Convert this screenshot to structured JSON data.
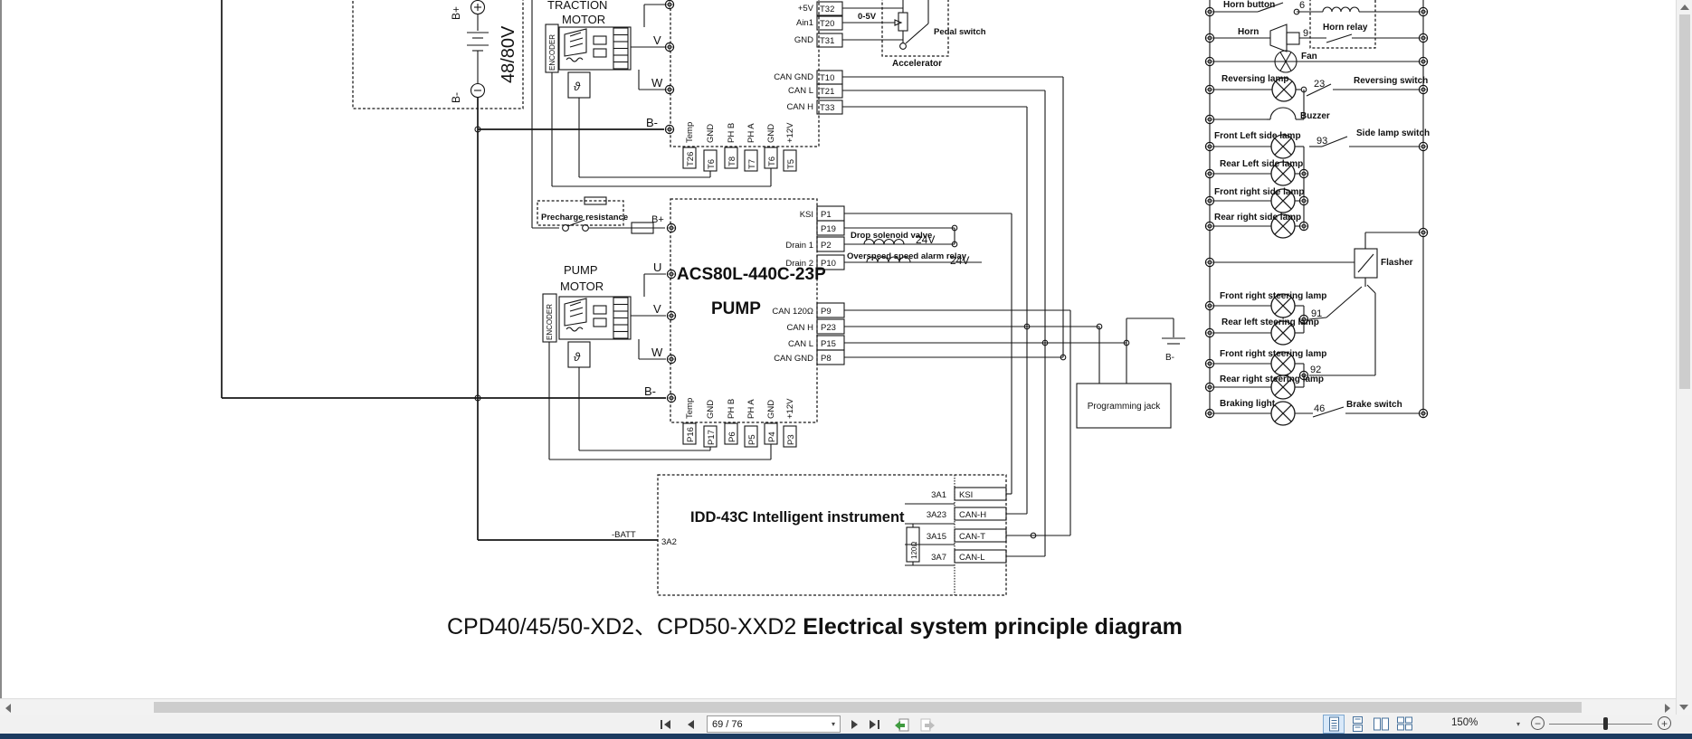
{
  "colors": {
    "accent_blue": "#2f6fae",
    "status_bar": "#1c3b60",
    "toolbar_bg": "#f1f1f1",
    "selected_view_bg": "#d9e9f9",
    "green_arrow": "#3f9b3f",
    "scroll_thumb": "#cdcdcd"
  },
  "diagram": {
    "battery": {
      "b_plus": "B+",
      "b_minus": "B-",
      "voltage": "48/80V"
    },
    "traction_motor": {
      "line1": "TRACTION",
      "line2": "MOTOR",
      "encoder": "ENCODER",
      "sensor": "ϑ"
    },
    "traction_ctrl": {
      "phase_v": "V",
      "phase_w": "W",
      "b_minus": "B-",
      "right_pins": [
        {
          "label": "+5V",
          "pin": "T32"
        },
        {
          "label": "Ain1",
          "pin": "T20"
        },
        {
          "label": "GND",
          "pin": "T31"
        },
        {
          "label": "CAN GND",
          "pin": "T10"
        },
        {
          "label": "CAN L",
          "pin": "T21"
        },
        {
          "label": "CAN H",
          "pin": "T33"
        }
      ],
      "bottom_pins": [
        {
          "label": "Temp",
          "pin": "T26"
        },
        {
          "label": "GND",
          "pin": "T6"
        },
        {
          "label": "PH B",
          "pin": "T8"
        },
        {
          "label": "PH A",
          "pin": "T7"
        },
        {
          "label": "GND",
          "pin": "T6"
        },
        {
          "label": "+12V",
          "pin": "T5"
        }
      ]
    },
    "accelerator": {
      "range": "0-5V",
      "pedal_switch": "Pedal switch",
      "name": "Accelerator"
    },
    "precharge": {
      "name": "Precharge resistance",
      "b_plus": "B+"
    },
    "pump_ctrl": {
      "model": "ACS80L-440C-23P",
      "name": "PUMP",
      "rows": [
        {
          "label": "KSI",
          "pin": "P1"
        },
        {
          "label": "",
          "pin": "P19"
        },
        {
          "label": "Drain 1",
          "pin": "P2"
        },
        {
          "label": "Drain 2",
          "pin": "P10"
        },
        {
          "label": "CAN 120Ω",
          "pin": "P9"
        },
        {
          "label": "CAN H",
          "pin": "P23"
        },
        {
          "label": "CAN L",
          "pin": "P15"
        },
        {
          "label": "CAN GND",
          "pin": "P8"
        }
      ],
      "drop_valve": "Drop solenoid valve",
      "drop_valve_v": "24V",
      "overspeed": "Overspeed speed alarm relay",
      "overspeed_v": "24V",
      "phase_u": "U",
      "phase_v": "V",
      "phase_w": "W",
      "b_minus": "B-",
      "bottom_pins": [
        {
          "label": "Temp",
          "pin": "P16"
        },
        {
          "label": "GND",
          "pin": "P17"
        },
        {
          "label": "PH B",
          "pin": "P6"
        },
        {
          "label": "PH A",
          "pin": "P5"
        },
        {
          "label": "GND",
          "pin": "P4"
        },
        {
          "label": "+12V",
          "pin": "P3"
        }
      ]
    },
    "pump_motor": {
      "line1": "PUMP",
      "line2": "MOTOR",
      "encoder": "ENCODER",
      "sensor": "ϑ"
    },
    "instrument": {
      "title": "IDD-43C Intelligent instrument",
      "batt_label": "-BATT",
      "batt_pin": "3A2",
      "resistor": "120Ω",
      "pins": [
        {
          "pin": "3A1",
          "label": "KSI"
        },
        {
          "pin": "3A23",
          "label": "CAN-H"
        },
        {
          "pin": "3A15",
          "label": "CAN-T"
        },
        {
          "pin": "3A7",
          "label": "CAN-L"
        }
      ]
    },
    "jack": {
      "label": "Programming jack",
      "b_minus": "B-"
    },
    "lamps": {
      "horn_button": "Horn button",
      "horn_button_no": "6",
      "horn_relay": "Horn relay",
      "horn": "Horn",
      "horn_no": "9",
      "fan": "Fan",
      "reversing_lamp": "Reversing lamp",
      "reversing_no": "23",
      "reversing_switch": "Reversing switch",
      "buzzer": "Buzzer",
      "side": [
        "Front Left side lamp",
        "Rear Left side lamp",
        "Front right side lamp",
        "Rear right side lamp"
      ],
      "side_no": "93",
      "side_switch": "Side lamp switch",
      "flasher": "Flasher",
      "steering": [
        "Front right steering lamp",
        "Rear left steering lamp",
        "Front right steering lamp",
        "Rear right steering lamp"
      ],
      "steering_no_1": "91",
      "steering_no_2": "92",
      "braking": "Braking light",
      "braking_no": "46",
      "brake_switch": "Brake switch"
    },
    "caption": {
      "prefix": "CPD40/45/50-XD2、CPD50-XXD2 ",
      "emphasis": "Electrical system principle diagram"
    }
  },
  "toolbar": {
    "page_display": "69 / 76",
    "zoom_level": "150%",
    "icons": [
      "first-page",
      "prev-page",
      "page-select",
      "next-page",
      "last-page",
      "previous-view",
      "next-view",
      "single-page-view",
      "continuous-view",
      "facing-view",
      "continuous-facing-view",
      "zoom-out",
      "zoom-slider",
      "zoom-in"
    ]
  }
}
